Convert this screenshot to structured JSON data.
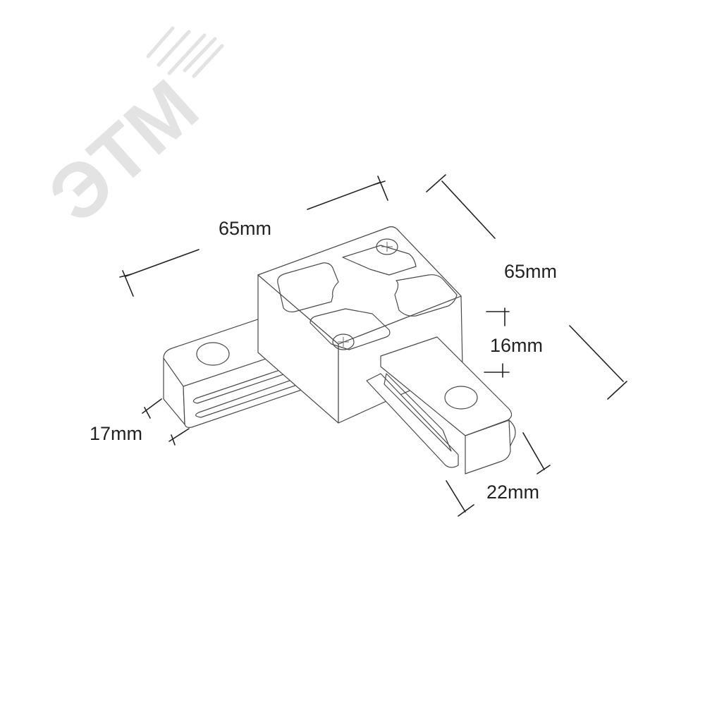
{
  "watermark": {
    "text": "ЭТМ",
    "color": "#e3e3e3"
  },
  "product": {
    "name": "track-corner-connector",
    "line_color": "#4a4a4a"
  },
  "dimensions": {
    "top_length": "65mm",
    "right_length": "65mm",
    "height": "16mm",
    "left_width": "17mm",
    "right_width": "22mm"
  }
}
